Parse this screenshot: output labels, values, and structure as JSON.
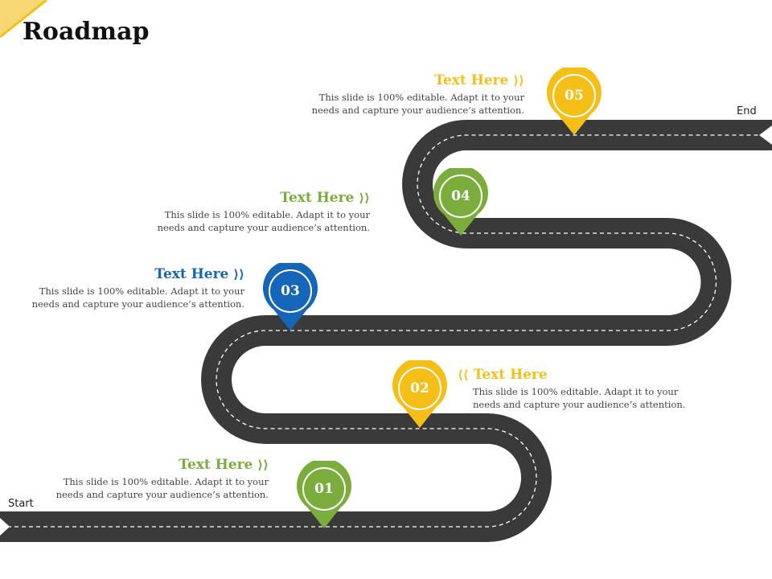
{
  "title": "Roadmap",
  "start_label": "Start",
  "end_label": "End",
  "colors": {
    "road": "#3a3a3a",
    "yellow": "#f5bf17",
    "green": "#7aad3c",
    "blue": "#1565b8",
    "corner": "#f7d774"
  },
  "milestones": [
    {
      "number": "01",
      "heading": "Text Here",
      "text": "This slide is 100% editable. Adapt it to your needs and capture your audience’s attention.",
      "color": "#7aad3c"
    },
    {
      "number": "02",
      "heading": "Text Here",
      "text": "This slide is 100% editable. Adapt it to your needs and capture your audience’s attention.",
      "color": "#f5bf17"
    },
    {
      "number": "03",
      "heading": "Text Here",
      "text": "This slide is 100% editable. Adapt it to your needs and capture your audience’s attention.",
      "color": "#1565b8"
    },
    {
      "number": "04",
      "heading": "Text Here",
      "text": "This slide is 100% editable. Adapt it to your needs and capture your audience’s attention.",
      "color": "#7aad3c"
    },
    {
      "number": "05",
      "heading": "Text Here",
      "text": "This slide is 100% editable. Adapt it to your needs and capture your audience’s attention.",
      "color": "#f5bf17"
    }
  ]
}
